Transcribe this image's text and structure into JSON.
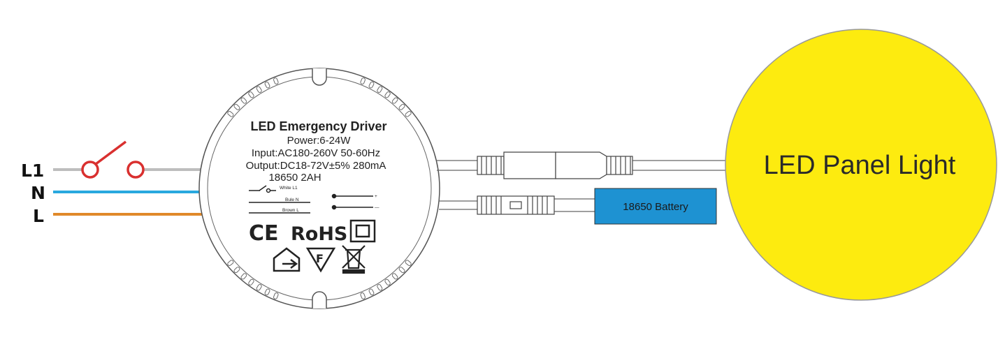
{
  "wiring": {
    "labels": [
      {
        "id": "l1",
        "text": "L1",
        "color": "#bdbdbd"
      },
      {
        "id": "n",
        "text": "N",
        "color": "#29a8df"
      },
      {
        "id": "l",
        "text": "L",
        "color": "#e0892a"
      }
    ],
    "switch_color": "#d9302f"
  },
  "driver": {
    "title": "LED Emergency Driver",
    "specs": [
      "Power:6-24W",
      "Input:AC180-260V 50-60Hz",
      "Output:DC18-72V±5% 280mA",
      "18650 2AH"
    ],
    "mini_labels": {
      "white": "White L1",
      "blue": "Bule N",
      "brown": "Brown L",
      "plus": "+",
      "minus": "—"
    },
    "marks": {
      "ce": "CE",
      "rohs": "RoHS",
      "f": "F"
    }
  },
  "battery": {
    "label": "18650 Battery",
    "color": "#1e92d2"
  },
  "panel": {
    "label": "LED Panel Light",
    "color": "#fdeb0f"
  }
}
